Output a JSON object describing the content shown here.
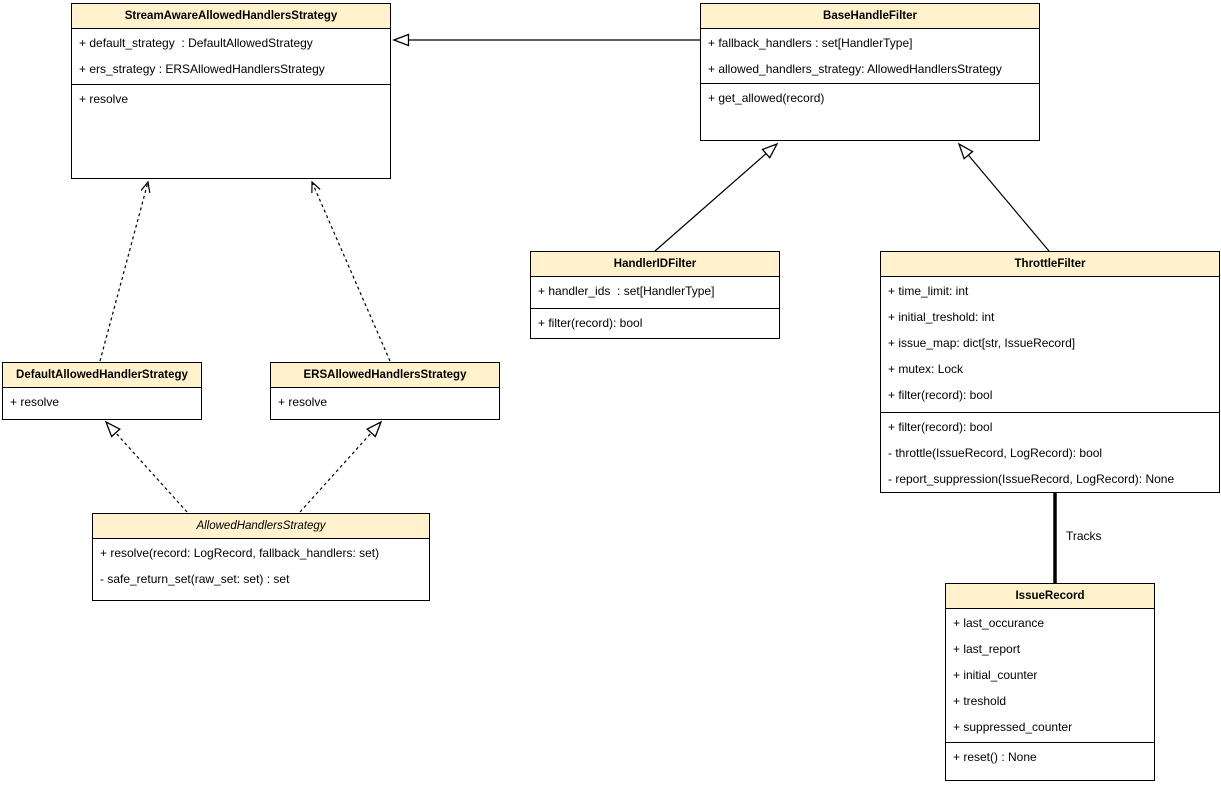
{
  "colors": {
    "class_header_fill": "#FFF2CC",
    "border": "#000000",
    "body_fill": "#FFFFFF",
    "text": "#000000"
  },
  "classes": [
    {
      "name": "StreamAwareAllowedHandlersStrategy",
      "attributes": [
        "+ default_strategy  : DefaultAllowedStrategy",
        "+ ers_strategy : ERSAllowedHandlersStrategy"
      ],
      "methods": [
        "+ resolve"
      ]
    },
    {
      "name": "BaseHandleFilter",
      "attributes": [
        "+ fallback_handlers : set[HandlerType]",
        "+ allowed_handlers_strategy: AllowedHandlersStrategy"
      ],
      "methods": [
        "+ get_allowed(record)"
      ]
    },
    {
      "name": "HandlerIDFilter",
      "attributes": [
        "+ handler_ids  : set[HandlerType]"
      ],
      "methods": [
        "+ filter(record): bool"
      ]
    },
    {
      "name": "ThrottleFilter",
      "attributes": [
        "+ time_limit: int",
        "+ initial_treshold: int",
        "+ issue_map: dict[str, IssueRecord]",
        "+ mutex: Lock",
        "+ filter(record): bool"
      ],
      "methods": [
        "+ filter(record): bool",
        "- throttle(IssueRecord, LogRecord): bool",
        "- report_suppression(IssueRecord, LogRecord): None"
      ]
    },
    {
      "name": "DefaultAllowedHandlerStrategy",
      "attributes": [
        "+ resolve"
      ],
      "methods": []
    },
    {
      "name": "ERSAllowedHandlersStrategy",
      "attributes": [
        "+ resolve"
      ],
      "methods": []
    },
    {
      "name": "AllowedHandlersStrategy",
      "abstract": true,
      "attributes": [],
      "methods": [
        "+ resolve(record: LogRecord, fallback_handlers: set)",
        "- safe_return_set(raw_set: set) : set"
      ]
    },
    {
      "name": "IssueRecord",
      "attributes": [
        "+ last_occurance",
        "+ last_report",
        "+ initial_counter",
        "+ treshold",
        "+ suppressed_counter"
      ],
      "methods": [
        "+ reset() : None"
      ]
    }
  ],
  "relationships": [
    {
      "type": "solid-line-hollow-triangle",
      "from": "BaseHandleFilter",
      "to": "StreamAwareAllowedHandlersStrategy",
      "label": ""
    },
    {
      "type": "solid-line-hollow-triangle",
      "from": "HandlerIDFilter",
      "to": "BaseHandleFilter",
      "label": ""
    },
    {
      "type": "solid-line-hollow-triangle",
      "from": "ThrottleFilter",
      "to": "BaseHandleFilter",
      "label": ""
    },
    {
      "type": "dashed-line-open-arrow",
      "from": "DefaultAllowedHandlerStrategy",
      "to": "StreamAwareAllowedHandlersStrategy",
      "label": ""
    },
    {
      "type": "dashed-line-open-arrow",
      "from": "ERSAllowedHandlersStrategy",
      "to": "StreamAwareAllowedHandlersStrategy",
      "label": ""
    },
    {
      "type": "dashed-line-hollow-triangle",
      "from": "AllowedHandlersStrategy",
      "to": "DefaultAllowedHandlerStrategy",
      "label": ""
    },
    {
      "type": "dashed-line-hollow-triangle",
      "from": "AllowedHandlersStrategy",
      "to": "ERSAllowedHandlersStrategy",
      "label": ""
    },
    {
      "type": "thick-solid-line",
      "from": "ThrottleFilter",
      "to": "IssueRecord",
      "label": "Tracks"
    }
  ]
}
